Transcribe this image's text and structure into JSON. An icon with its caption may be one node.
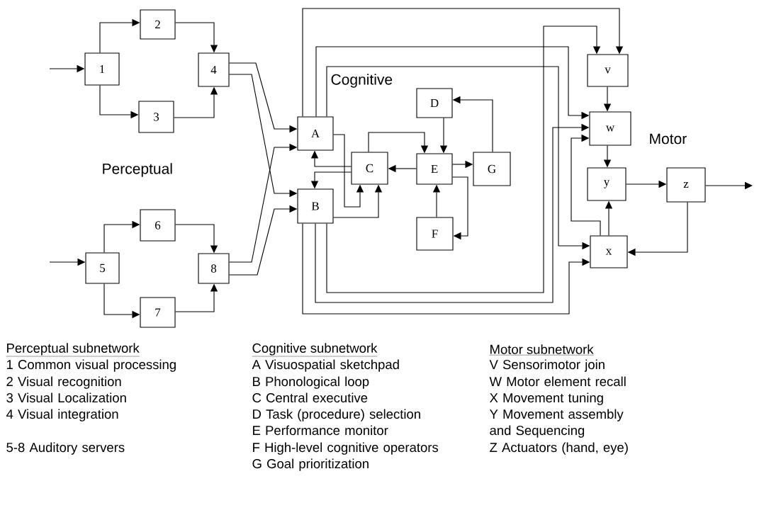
{
  "diagram": {
    "nodes": [
      {
        "text": [
          "1"
        ]
      },
      {
        "text": [
          "2"
        ]
      },
      {
        "text": [
          "3"
        ]
      },
      {
        "text": [
          "4"
        ]
      },
      {
        "text": [
          "5"
        ]
      },
      {
        "text": [
          "6"
        ]
      },
      {
        "text": [
          "7"
        ]
      },
      {
        "text": [
          "8"
        ]
      },
      {
        "text": [
          "A"
        ]
      },
      {
        "text": [
          "B"
        ]
      },
      {
        "text": [
          "C"
        ]
      },
      {
        "text": [
          "D"
        ]
      },
      {
        "text": [
          "E"
        ]
      },
      {
        "text": [
          "F"
        ]
      },
      {
        "text": [
          "G"
        ]
      },
      {
        "text": [
          "v"
        ]
      },
      {
        "text": [
          "w"
        ]
      },
      {
        "text": [
          "y"
        ]
      },
      {
        "text": [
          "z"
        ]
      },
      {
        "text": [
          "x"
        ]
      }
    ],
    "edges": [
      {
        "from": null,
        "to": 0,
        "arrow": "to"
      },
      {
        "from": 0,
        "to": 1,
        "arrow": "to"
      },
      {
        "from": 0,
        "to": 2,
        "arrow": "to"
      },
      {
        "from": 1,
        "to": 3,
        "arrow": "to"
      },
      {
        "from": 2,
        "to": 3,
        "arrow": "to"
      },
      {
        "from": null,
        "to": 4,
        "arrow": "to"
      },
      {
        "from": 4,
        "to": 5,
        "arrow": "to"
      },
      {
        "from": 4,
        "to": 6,
        "arrow": "to"
      },
      {
        "from": 5,
        "to": 7,
        "arrow": "to"
      },
      {
        "from": 6,
        "to": 7,
        "arrow": "to"
      },
      {
        "from": 3,
        "to": 8,
        "arrow": "to"
      },
      {
        "from": 3,
        "to": 9,
        "arrow": "to"
      },
      {
        "from": 7,
        "to": 8,
        "arrow": "to"
      },
      {
        "from": 7,
        "to": 9,
        "arrow": "to"
      },
      {
        "from": 8,
        "to": 10,
        "arrow": "to"
      },
      {
        "from": 10,
        "to": 8,
        "arrow": "to"
      },
      {
        "from": 10,
        "to": 9,
        "arrow": "to"
      },
      {
        "from": 9,
        "to": 10,
        "arrow": "to"
      },
      {
        "from": 10,
        "to": 12,
        "arrow": "to"
      },
      {
        "from": 11,
        "to": 12,
        "arrow": "to"
      },
      {
        "from": 12,
        "to": 10,
        "arrow": "to"
      },
      {
        "from": 12,
        "to": 14,
        "arrow": "to"
      },
      {
        "from": 14,
        "to": 11,
        "arrow": "to"
      },
      {
        "from": 13,
        "to": 12,
        "arrow": "to"
      },
      {
        "from": 12,
        "to": 13,
        "arrow": "to"
      },
      {
        "from": 8,
        "to": 15,
        "arrow": "to"
      },
      {
        "from": 8,
        "to": 16,
        "arrow": "to"
      },
      {
        "from": 8,
        "to": 19,
        "arrow": "to"
      },
      {
        "from": 9,
        "to": 15,
        "arrow": "to"
      },
      {
        "from": 9,
        "to": 16,
        "arrow": "to"
      },
      {
        "from": 9,
        "to": 19,
        "arrow": "to"
      },
      {
        "from": 15,
        "to": 16,
        "arrow": "to"
      },
      {
        "from": 16,
        "to": 17,
        "arrow": "to"
      },
      {
        "from": 17,
        "to": 18,
        "arrow": "to"
      },
      {
        "from": 18,
        "to": null,
        "arrow": "to"
      },
      {
        "from": 19,
        "to": 17,
        "arrow": "to"
      },
      {
        "from": 19,
        "to": 16,
        "arrow": "to"
      },
      {
        "from": 18,
        "to": 19,
        "arrow": "to"
      }
    ],
    "labels": [
      "Perceptual",
      "Cognitive",
      "Motor",
      "Perceptual subnetwork",
      "1 Common visual processing",
      "2 Visual recognition",
      "3 Visual Localization",
      "4 Visual integration",
      "5-8 Auditory servers",
      "Cognitive subnetwork",
      "A Visuospatial sketchpad",
      "B Phonological loop",
      "C Central executive",
      "D Task (procedure) selection",
      "E Performance monitor",
      "F High-level cognitive operators",
      "G Goal prioritization",
      "Motor subnetwork",
      "V Sensorimotor join",
      "W Motor element recall",
      "X Movement tuning",
      "Y Movement assembly and Sequencing",
      "Z Actuators (hand, eye)"
    ]
  }
}
